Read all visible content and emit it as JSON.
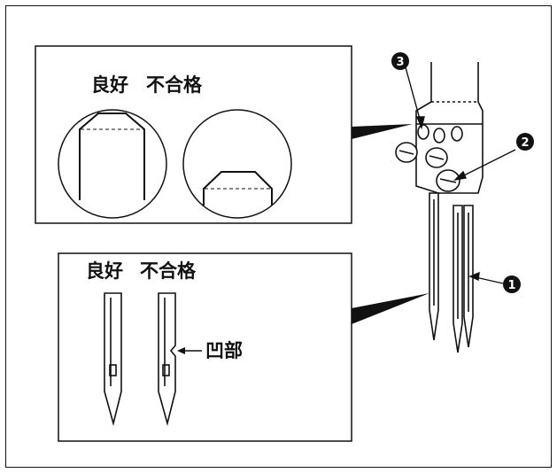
{
  "diagram": {
    "top_panel": {
      "good_label": "良好",
      "bad_label": "不合格"
    },
    "bottom_panel": {
      "good_label": "良好",
      "bad_label": "不合格",
      "notch_label": "凹部"
    },
    "callouts": {
      "needle": "1",
      "screw": "2",
      "bar_screw": "3"
    }
  }
}
